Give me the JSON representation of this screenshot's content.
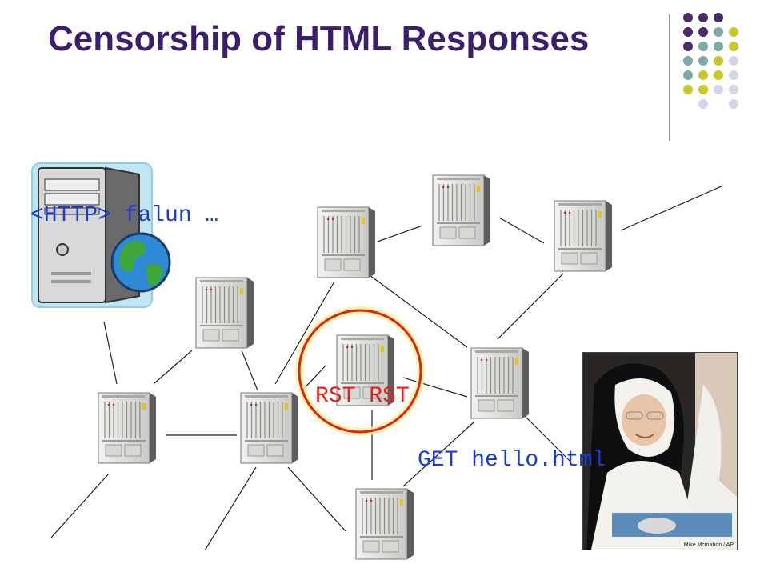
{
  "title": "Censorship of HTML Responses",
  "labels": {
    "server_response": "<HTTP> falun …",
    "rst": "RST RST",
    "client_request": "GET hello.html"
  },
  "photo_credit": "Mike Mcmahon / AP",
  "colors": {
    "title": "#3b1f6b",
    "request_text": "#1a3cd4",
    "rst_text": "#e0201a",
    "highlight_ring": "#e0201a",
    "dot_purple": "#4a2a6e",
    "dot_teal": "#7fa9a6",
    "dot_yellow": "#c8c82a",
    "dot_lilac": "#d4d4e8"
  }
}
